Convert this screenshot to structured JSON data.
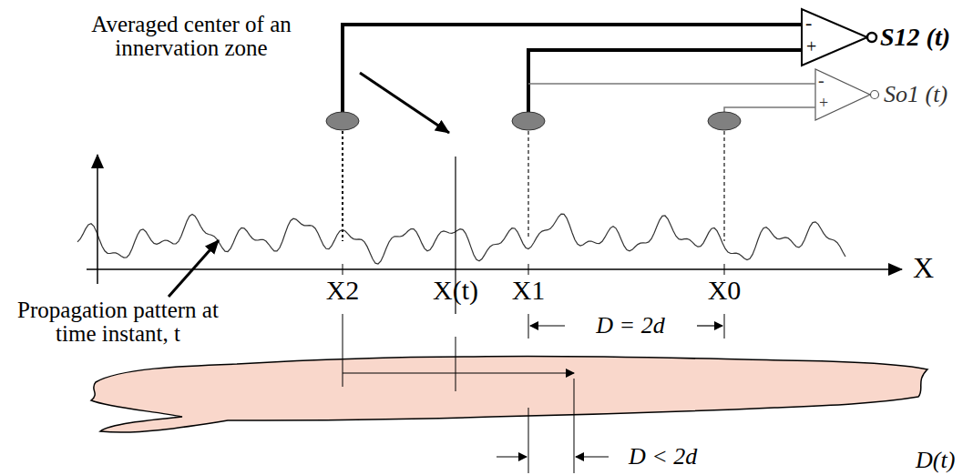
{
  "diagram": {
    "labels": [
      "Averaged center of an innervation zone",
      "Propagation pattern at time instant, t",
      "S12 (t)",
      "So1 (t)",
      "-",
      "+",
      "-",
      "+",
      "X",
      "X2",
      "X(t)",
      "X1",
      "X0",
      "D = 2d",
      "D < 2d",
      "D(t)"
    ]
  }
}
